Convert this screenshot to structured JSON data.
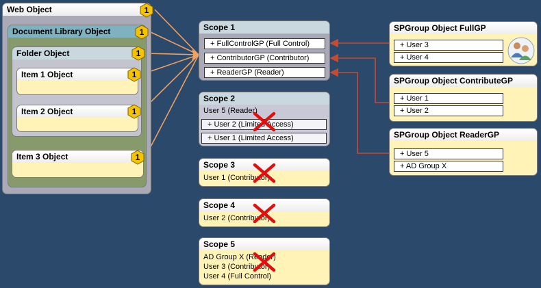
{
  "objects": {
    "web": {
      "title": "Web Object",
      "badge": "1"
    },
    "doclib": {
      "title": "Document Library Object",
      "badge": "1"
    },
    "folder": {
      "title": "Folder Object",
      "badge": "1"
    },
    "item1": {
      "title": "Item 1 Object",
      "badge": "1"
    },
    "item2": {
      "title": "Item 2 Object",
      "badge": "1"
    },
    "item3": {
      "title": "Item 3 Object",
      "badge": "1"
    }
  },
  "scopes": {
    "scope1": {
      "title": "Scope 1",
      "entries": [
        "+ FullControlGP (Full Control)",
        "+ ContributorGP (Contributor)",
        "+ ReaderGP (Reader)"
      ]
    },
    "scope2": {
      "title": "Scope 2",
      "plain": "User 5 (Reader)",
      "entries": [
        "+ User 2 (Limited Access)",
        "+ User 1 (Limited Access)"
      ]
    },
    "scope3": {
      "title": "Scope 3",
      "lines": [
        "User 1 (Contributor)"
      ]
    },
    "scope4": {
      "title": "Scope 4",
      "lines": [
        "User 2 (Contributor)"
      ]
    },
    "scope5": {
      "title": "Scope 5",
      "lines": [
        "AD Group X (Reader)",
        "User 3 (Contributor)",
        "User 4 (Full Control)"
      ]
    }
  },
  "groups": {
    "full": {
      "title": "SPGroup Object FullGP",
      "members": [
        "+ User 3",
        "+ User 4"
      ],
      "icon": "people-icon"
    },
    "contribute": {
      "title": "SPGroup Object ContributeGP",
      "members": [
        "+ User 1",
        "+ User 2"
      ]
    },
    "reader": {
      "title": "SPGroup Object ReaderGP",
      "members": [
        "+ User 5",
        "+ AD Group X"
      ]
    }
  },
  "colors": {
    "background": "#2b4a6b",
    "badge": "#f5c400",
    "arrow_orange": "#f0a060",
    "arrow_red": "#c84a30",
    "cross": "#e01010",
    "note_yellow": "#fff3b8"
  }
}
